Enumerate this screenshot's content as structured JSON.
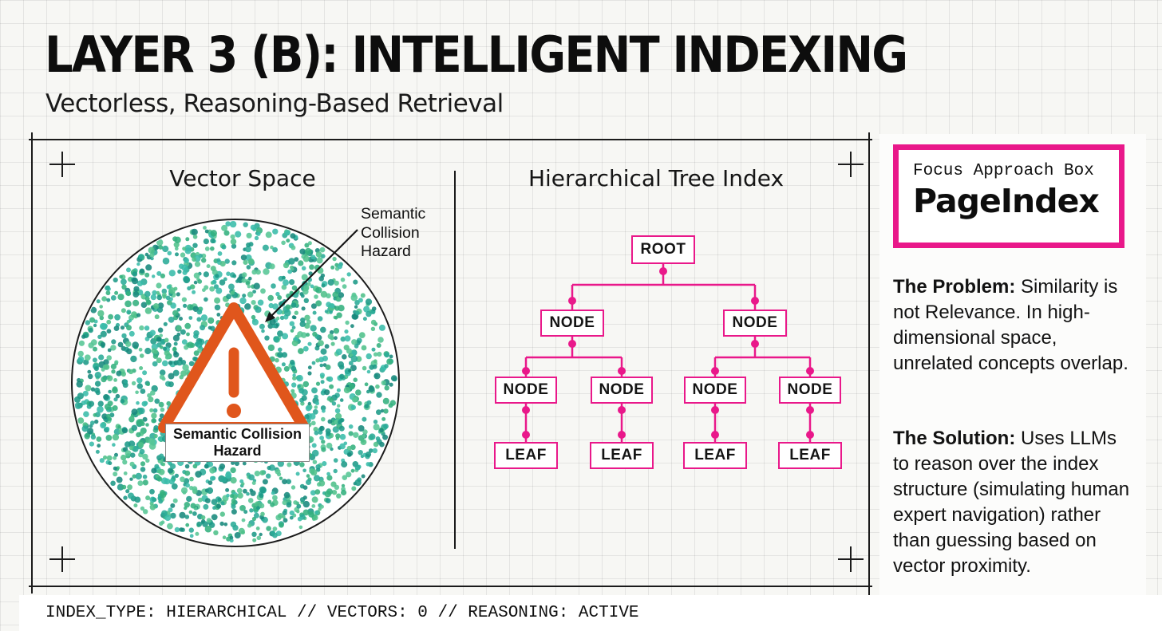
{
  "header": {
    "title": "LAYER 3 (B): INTELLIGENT INDEXING",
    "subtitle": "Vectorless, Reasoning-Based Retrieval"
  },
  "vector_panel": {
    "title": "Vector Space",
    "callout": "Semantic Collision Hazard",
    "hazard_label": "Semantic Collision Hazard"
  },
  "tree_panel": {
    "title": "Hierarchical Tree Index",
    "root": "ROOT",
    "nodes_l2": [
      "NODE",
      "NODE"
    ],
    "nodes_l3": [
      "NODE",
      "NODE",
      "NODE",
      "NODE"
    ],
    "leaves": [
      "LEAF",
      "LEAF",
      "LEAF",
      "LEAF"
    ]
  },
  "sidebar": {
    "focus_label": "Focus Approach Box",
    "focus_title": "PageIndex",
    "problem_heading": "The Problem:",
    "problem_text": " Similarity is not Relevance. In high-dimensional space, unrelated concepts overlap.",
    "solution_heading": "The Solution:",
    "solution_text": " Uses LLMs to reason over the index structure (simulating human expert navigation) rather than guessing based on vector proximity."
  },
  "status_bar": {
    "text": "INDEX_TYPE: HIERARCHICAL // VECTORS: 0 // REASONING: ACTIVE"
  },
  "colors": {
    "accent_pink": "#e9188a",
    "hazard_orange": "#e0561c",
    "ink": "#111111"
  },
  "scatter": {
    "count": 1800,
    "palette": [
      "#1d9a88",
      "#2aab97",
      "#33b17e",
      "#4fc08a",
      "#17897c",
      "#39bcaa",
      "#57c695"
    ]
  }
}
